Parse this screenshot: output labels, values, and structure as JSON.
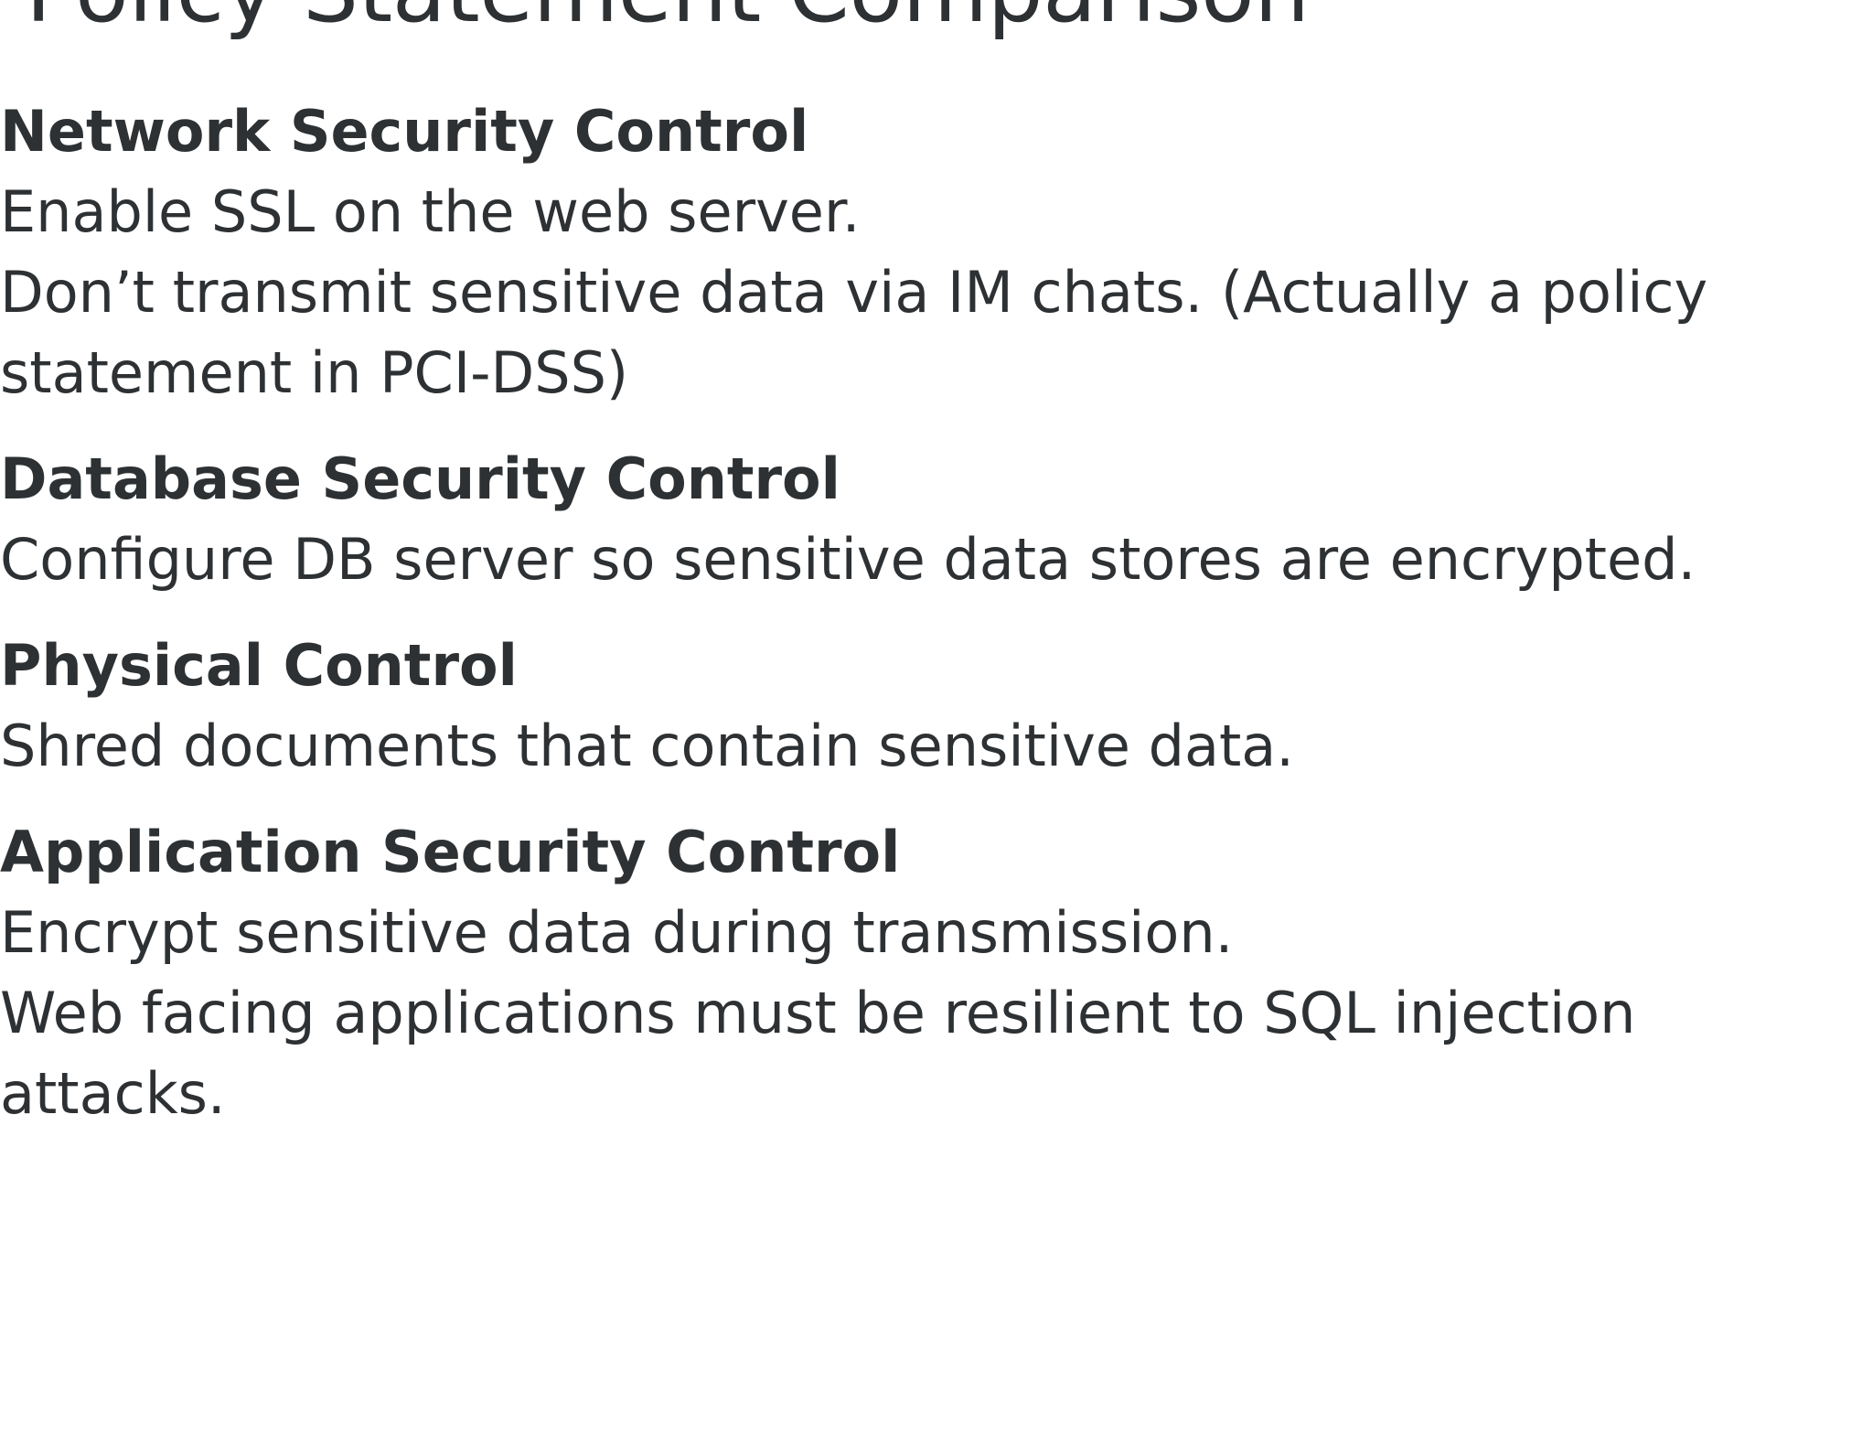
{
  "slide": {
    "title": "Policy Statement Comparison",
    "background_color": "#ffffff",
    "text_color": "#2e3133",
    "sections": [
      {
        "heading": "Network Security Control",
        "lines": [
          "Enable SSL on the web server.",
          "Don’t transmit sensitive data via IM chats. (Actually a policy statement in PCI-DSS)"
        ]
      },
      {
        "heading": "Database Security Control",
        "lines": [
          "Configure DB server so sensitive data stores are encrypted."
        ]
      },
      {
        "heading": "Physical Control",
        "lines": [
          "Shred documents that contain sensitive data."
        ]
      },
      {
        "heading": "Application Security Control",
        "lines": [
          "Encrypt sensitive data during transmission.",
          "Web facing applications must be resilient to SQL injection attacks."
        ]
      }
    ]
  }
}
